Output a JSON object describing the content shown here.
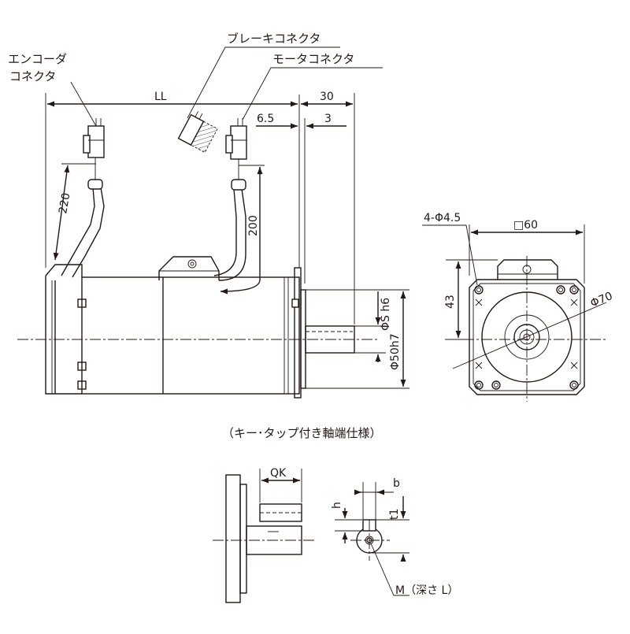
{
  "labels": {
    "encoder_connector_line1": "エンコーダ",
    "encoder_connector_line2": "コネクタ",
    "brake_connector": "ブレーキコネクタ",
    "motor_connector": "モータコネクタ",
    "section_title": "（キー･タップ付き軸端仕様）",
    "tap_note": "M（深さ L）"
  },
  "dimensions": {
    "overall_length": "LL",
    "shaft_length": "30",
    "flange_offset": "6.5",
    "flange_thickness": "3",
    "encoder_cable": "220",
    "motor_cable": "200",
    "shaft_dia": "ΦS h6",
    "pilot_dia": "Φ50h7",
    "bolt_holes": "4-Φ4.5",
    "square": "□60",
    "pcd": "Φ70",
    "height_43": "43",
    "key_length": "QK",
    "key_width": "b",
    "key_height": "h",
    "keyway_depth": "t1"
  }
}
